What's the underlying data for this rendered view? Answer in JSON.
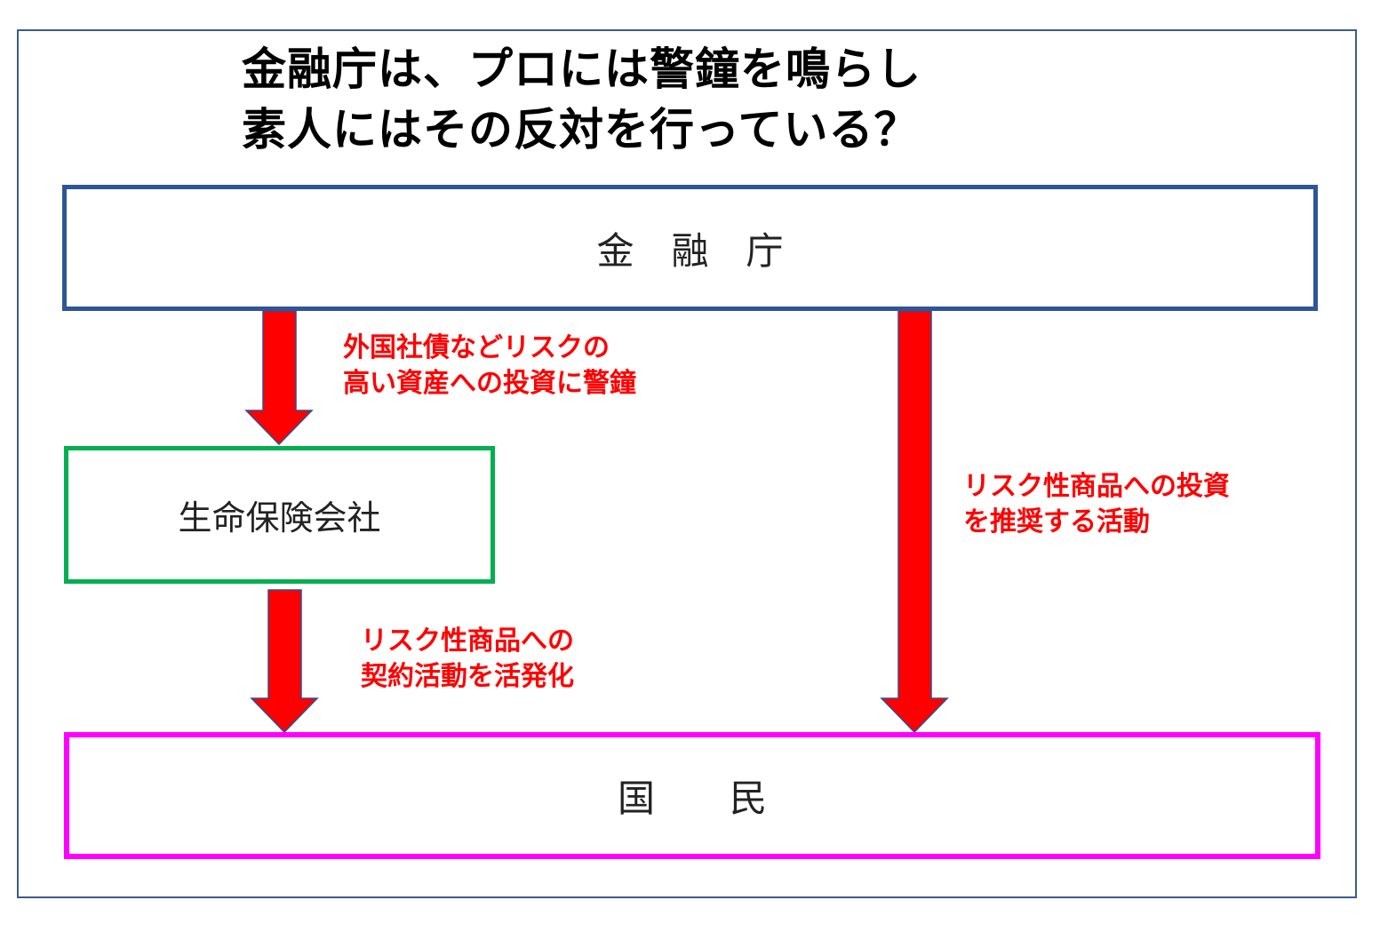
{
  "title": {
    "line1": "金融庁は、プロには警鐘を鳴らし",
    "line2": "素人にはその反対を行っている？"
  },
  "nodes": {
    "fsa": "金　融　庁",
    "life_insurers": "生命保険会社",
    "citizens": "国　　民"
  },
  "edges": {
    "fsa_to_insurers": {
      "line1": "外国社債などリスクの",
      "line2": "高い資産への投資に警鐘"
    },
    "insurers_to_citizens": {
      "line1": "リスク性商品への",
      "line2": "契約活動を活発化"
    },
    "fsa_to_citizens": {
      "line1": "リスク性商品への投資",
      "line2": "を推奨する活動"
    }
  },
  "colors": {
    "arrow_fill": "#ff0000",
    "arrow_outline": "#2f4f8f",
    "label_text": "#ff0000",
    "fsa_border": "#2f5597",
    "insurer_border": "#00b050",
    "citizens_border": "#ff00ff",
    "frame_border": "#3a5c8c"
  }
}
